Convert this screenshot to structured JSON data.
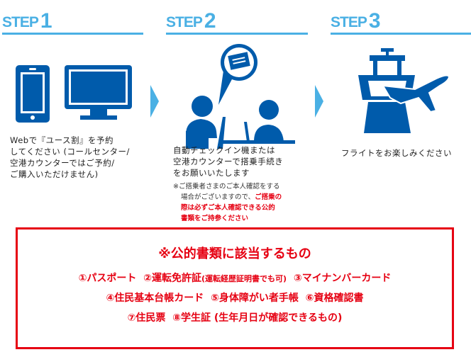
{
  "steps": [
    {
      "word": "STEP",
      "num": "1",
      "lines": [
        "Webで『ユース割』を予約",
        "してください (コールセンター/",
        "空港カウンターではご予約/",
        "ご購入いただけません)"
      ]
    },
    {
      "word": "STEP",
      "num": "2",
      "lines": [
        "自動チェックイン機または",
        "空港カウンターで搭乗手続き",
        "をお願いいたします"
      ],
      "note": {
        "mark": "※",
        "plain1": "ご搭乗者さまのご本人確認をする",
        "plain2": "場合がございますので、",
        "red1": "ご搭乗の",
        "red2": "際は必ずご本人確認できる公的",
        "red3": "書類をご持参ください"
      }
    },
    {
      "word": "STEP",
      "num": "3",
      "lines": [
        "フライトをお楽しみください"
      ]
    }
  ],
  "documents": {
    "title": "※公的書類に該当するもの",
    "item1": "①パスポート",
    "item2": "②運転免許証",
    "item2_note": "(運転経歴証明書でも可)",
    "item3": "③マイナンバーカード",
    "item4": "④住民基本台帳カード",
    "item5": "⑤身体障がい者手帳",
    "item6": "⑥資格確認書",
    "item7": "⑦住民票",
    "item8": "⑧学生証 (生年月日が確認できるもの)"
  },
  "colors": {
    "accent": "#4ab0e4",
    "icon": "#005bab",
    "alert": "#e60012"
  }
}
